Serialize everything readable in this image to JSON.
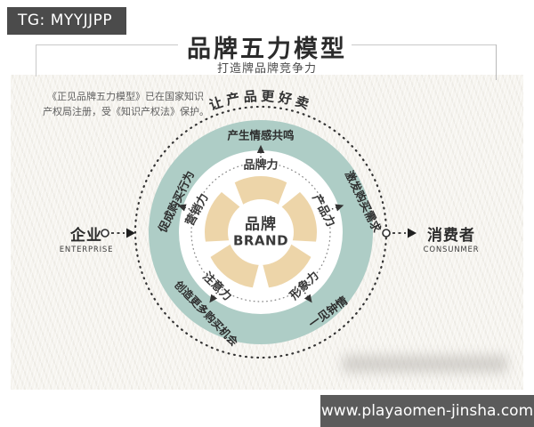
{
  "badge": {
    "label": "TG: MYYJJPP"
  },
  "header": {
    "title": "品牌五力模型",
    "subtitle": "打造牌品牌竞争力"
  },
  "note": {
    "line1": "《正见品牌五力模型》已在国家知识",
    "line2": "产权局注册，受《知识产权法》保护。"
  },
  "diagram": {
    "arc_slogan": "让产品更好卖",
    "center": {
      "zh": "品牌",
      "en": "BRAND"
    },
    "inner_forces": {
      "top": "品牌力",
      "left": "营销力",
      "right": "产品力",
      "bottom_left": "注意力",
      "bottom_right": "形象力"
    },
    "outer_effects": {
      "top": "产生情感共鸣",
      "left": "促成购买行为",
      "right": "激发购买需求",
      "bottom_left": "创造更多购买机会",
      "bottom_right": "一见钟情"
    },
    "left_actor": {
      "zh": "企业",
      "en": "ENTERPRISE"
    },
    "right_actor": {
      "zh": "消费者",
      "en": "CONSUNMER"
    },
    "colors": {
      "outer_ring": "#aecdc6",
      "petals": "#edd5a9",
      "dashes": "#333333",
      "paper": "#f6f4ef"
    }
  },
  "footer": {
    "url": "www.playaomen-jinsha.com"
  }
}
